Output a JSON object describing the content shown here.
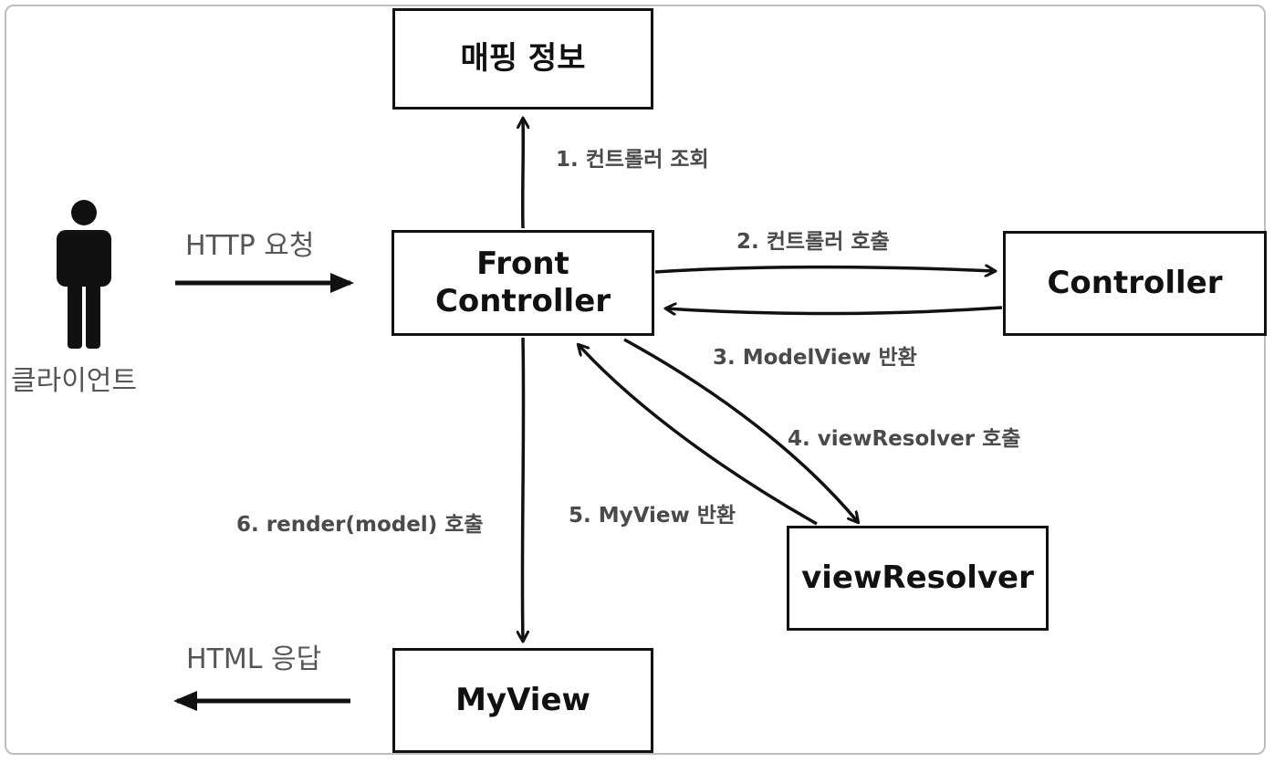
{
  "boxes": {
    "mapping_info": "매핑 정보",
    "front_controller_line1": "Front",
    "front_controller_line2": "Controller",
    "controller": "Controller",
    "view_resolver": "viewResolver",
    "my_view": "MyView"
  },
  "client_label": "클라이언트",
  "request_label": "HTTP 요청",
  "response_label": "HTML 응답",
  "steps": {
    "step1": "1. 컨트롤러 조회",
    "step2": "2. 컨트롤러 호출",
    "step3": "3. ModelView 반환",
    "step4": "4. viewResolver 호출",
    "step5": "5. MyView 반환",
    "step6": "6. render(model) 호출"
  },
  "colors": {
    "stroke": "#111111",
    "label_text": "#4a4a4a",
    "frame_border": "#bdbdbd"
  },
  "icons": {
    "client": "person-icon"
  }
}
